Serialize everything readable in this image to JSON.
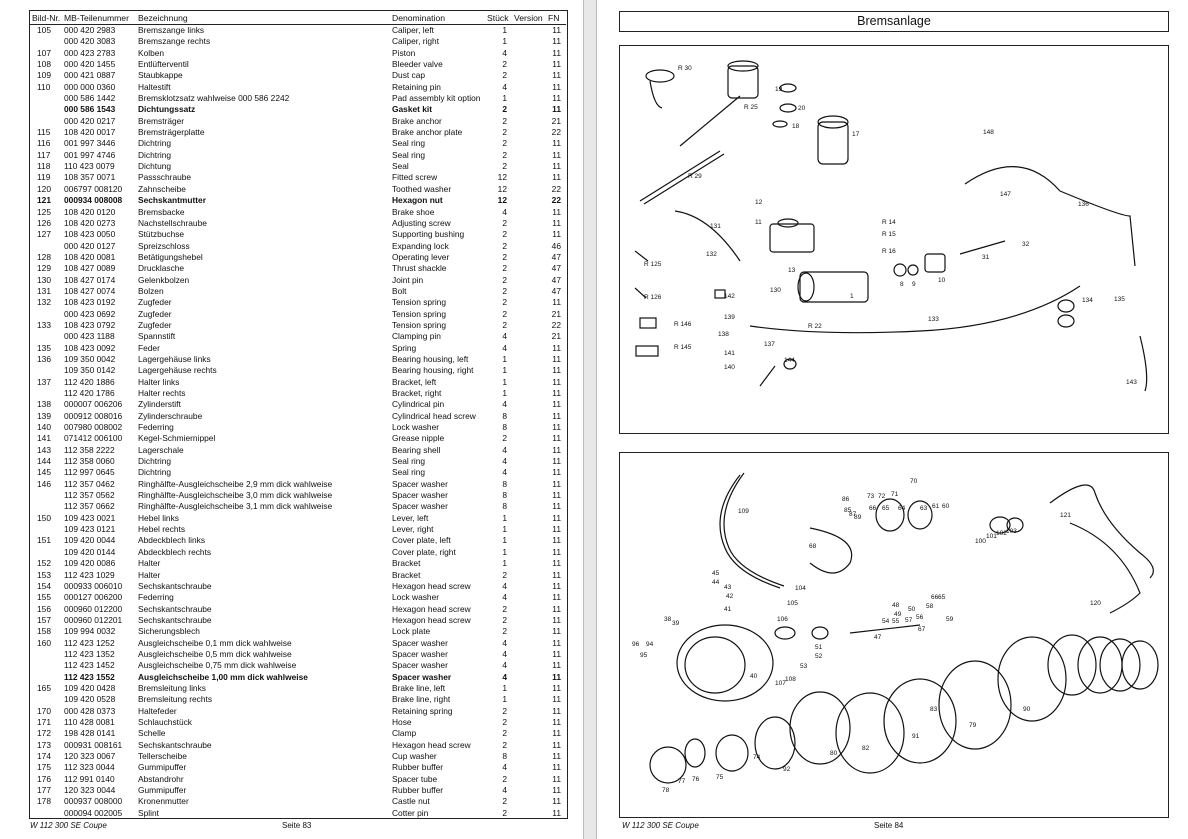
{
  "left_page": {
    "headers": {
      "pos": "Bild-Nr.",
      "num": "MB-Teilenummer",
      "bez": "Bezeichnung",
      "den": "Denomination",
      "qty": "Stück",
      "ver": "Version",
      "fn": "FN"
    },
    "rows": [
      {
        "pos": "105",
        "num": "000 420 2983",
        "bez": "Bremszange links",
        "den": "Caliper, left",
        "qty": "1",
        "fn": "11"
      },
      {
        "pos": "",
        "num": "000 420 3083",
        "bez": "Bremszange rechts",
        "den": "Caliper, right",
        "qty": "1",
        "fn": "11"
      },
      {
        "pos": "107",
        "num": "000 423 2783",
        "bez": "Kolben",
        "den": "Piston",
        "qty": "4",
        "fn": "11"
      },
      {
        "pos": "108",
        "num": "000 420 1455",
        "bez": "Entlüfterventil",
        "den": "Bleeder valve",
        "qty": "2",
        "fn": "11"
      },
      {
        "pos": "109",
        "num": "000 421 0887",
        "bez": "Staubkappe",
        "den": "Dust cap",
        "qty": "2",
        "fn": "11"
      },
      {
        "pos": "110",
        "num": "000 000 0360",
        "bez": "Haltestift",
        "den": "Retaining pin",
        "qty": "4",
        "fn": "11"
      },
      {
        "pos": "",
        "num": "000 586 1442",
        "bez": "Bremsklotzsatz wahlweise 000 586 2242",
        "den": "Pad assembly kit option",
        "qty": "1",
        "fn": "11"
      },
      {
        "pos": "",
        "num": "000 586 1543",
        "bez": "Dichtungssatz",
        "den": "Gasket kit",
        "qty": "2",
        "fn": "11",
        "bold": true
      },
      {
        "pos": "",
        "num": "000 420 0217",
        "bez": "Bremsträger",
        "den": "Brake anchor",
        "qty": "2",
        "fn": "21"
      },
      {
        "pos": "115",
        "num": "108 420 0017",
        "bez": "Bremsträgerplatte",
        "den": "Brake anchor plate",
        "qty": "2",
        "fn": "22"
      },
      {
        "pos": "116",
        "num": "001 997 3446",
        "bez": "Dichtring",
        "den": "Seal ring",
        "qty": "2",
        "fn": "11"
      },
      {
        "pos": "117",
        "num": "001 997 4746",
        "bez": "Dichtring",
        "den": "Seal ring",
        "qty": "2",
        "fn": "11"
      },
      {
        "pos": "118",
        "num": "110 423 0079",
        "bez": "Dichtung",
        "den": "Seal",
        "qty": "2",
        "fn": "11"
      },
      {
        "pos": "119",
        "num": "108 357 0071",
        "bez": "Passschraube",
        "den": "Fitted screw",
        "qty": "12",
        "fn": "11"
      },
      {
        "pos": "120",
        "num": "006797 008120",
        "bez": "Zahnscheibe",
        "den": "Toothed washer",
        "qty": "12",
        "fn": "22"
      },
      {
        "pos": "121",
        "num": "000934 008008",
        "bez": "Sechskantmutter",
        "den": "Hexagon nut",
        "qty": "12",
        "fn": "22",
        "bold": true
      },
      {
        "pos": "125",
        "num": "108 420 0120",
        "bez": "Bremsbacke",
        "den": "Brake shoe",
        "qty": "4",
        "fn": "11"
      },
      {
        "pos": "126",
        "num": "108 420 0273",
        "bez": "Nachstellschraube",
        "den": "Adjusting screw",
        "qty": "2",
        "fn": "11"
      },
      {
        "pos": "127",
        "num": "108 423 0050",
        "bez": "Stützbuchse",
        "den": "Supporting bushing",
        "qty": "2",
        "fn": "11"
      },
      {
        "pos": "",
        "num": "000 420 0127",
        "bez": "Spreizschloss",
        "den": "Expanding lock",
        "qty": "2",
        "fn": "46"
      },
      {
        "pos": "128",
        "num": "108 420 0081",
        "bez": "Betätigungshebel",
        "den": "Operating lever",
        "qty": "2",
        "fn": "47"
      },
      {
        "pos": "129",
        "num": "108 427 0089",
        "bez": "Drucklasche",
        "den": "Thrust shackle",
        "qty": "2",
        "fn": "47"
      },
      {
        "pos": "130",
        "num": "108 427 0174",
        "bez": "Gelenkbolzen",
        "den": "Joint pin",
        "qty": "2",
        "fn": "47"
      },
      {
        "pos": "131",
        "num": "108 427 0074",
        "bez": "Bolzen",
        "den": "Bolt",
        "qty": "2",
        "fn": "47"
      },
      {
        "pos": "132",
        "num": "108 423 0192",
        "bez": "Zugfeder",
        "den": "Tension spring",
        "qty": "2",
        "fn": "11"
      },
      {
        "pos": "",
        "num": "000 423 0692",
        "bez": "Zugfeder",
        "den": "Tension spring",
        "qty": "2",
        "fn": "21"
      },
      {
        "pos": "133",
        "num": "108 423 0792",
        "bez": "Zugfeder",
        "den": "Tension spring",
        "qty": "2",
        "fn": "22"
      },
      {
        "pos": "",
        "num": "000 423 1188",
        "bez": "Spannstift",
        "den": "Clamping pin",
        "qty": "4",
        "fn": "21"
      },
      {
        "pos": "135",
        "num": "108 423 0092",
        "bez": "Feder",
        "den": "Spring",
        "qty": "4",
        "fn": "11"
      },
      {
        "pos": "136",
        "num": "109 350 0042",
        "bez": "Lagergehäuse links",
        "den": "Bearing housing, left",
        "qty": "1",
        "fn": "11"
      },
      {
        "pos": "",
        "num": "109 350 0142",
        "bez": "Lagergehäuse rechts",
        "den": "Bearing housing, right",
        "qty": "1",
        "fn": "11"
      },
      {
        "pos": "137",
        "num": "112 420 1886",
        "bez": "Halter links",
        "den": "Bracket, left",
        "qty": "1",
        "fn": "11"
      },
      {
        "pos": "",
        "num": "112 420 1786",
        "bez": "Halter rechts",
        "den": "Bracket, right",
        "qty": "1",
        "fn": "11"
      },
      {
        "pos": "138",
        "num": "000007 006206",
        "bez": "Zylinderstift",
        "den": "Cylindrical pin",
        "qty": "4",
        "fn": "11"
      },
      {
        "pos": "139",
        "num": "000912 008016",
        "bez": "Zylinderschraube",
        "den": "Cylindrical head screw",
        "qty": "8",
        "fn": "11"
      },
      {
        "pos": "140",
        "num": "007980 008002",
        "bez": "Federring",
        "den": "Lock washer",
        "qty": "8",
        "fn": "11"
      },
      {
        "pos": "141",
        "num": "071412 006100",
        "bez": "Kegel-Schmiernippel",
        "den": "Grease nipple",
        "qty": "2",
        "fn": "11"
      },
      {
        "pos": "143",
        "num": "112 358 2222",
        "bez": "Lagerschale",
        "den": "Bearing shell",
        "qty": "4",
        "fn": "11"
      },
      {
        "pos": "144",
        "num": "112 358 0060",
        "bez": "Dichtring",
        "den": "Seal ring",
        "qty": "4",
        "fn": "11"
      },
      {
        "pos": "145",
        "num": "112 997 0645",
        "bez": "Dichtring",
        "den": "Seal ring",
        "qty": "4",
        "fn": "11"
      },
      {
        "pos": "146",
        "num": "112 357 0462",
        "bez": "Ringhälfte-Ausgleichscheibe 2,9 mm dick wahlweise",
        "den": "Spacer washer",
        "qty": "8",
        "fn": "11"
      },
      {
        "pos": "",
        "num": "112 357 0562",
        "bez": "Ringhälfte-Ausgleichscheibe 3,0 mm dick wahlweise",
        "den": "Spacer washer",
        "qty": "8",
        "fn": "11"
      },
      {
        "pos": "",
        "num": "112 357 0662",
        "bez": "Ringhälfte-Ausgleichscheibe 3,1 mm dick wahlweise",
        "den": "Spacer washer",
        "qty": "8",
        "fn": "11"
      },
      {
        "pos": "150",
        "num": "109 423 0021",
        "bez": "Hebel links",
        "den": "Lever, left",
        "qty": "1",
        "fn": "11"
      },
      {
        "pos": "",
        "num": "109 423 0121",
        "bez": "Hebel rechts",
        "den": "Lever, right",
        "qty": "1",
        "fn": "11"
      },
      {
        "pos": "151",
        "num": "109 420 0044",
        "bez": "Abdeckblech links",
        "den": "Cover plate, left",
        "qty": "1",
        "fn": "11"
      },
      {
        "pos": "",
        "num": "109 420 0144",
        "bez": "Abdeckblech rechts",
        "den": "Cover plate, right",
        "qty": "1",
        "fn": "11"
      },
      {
        "pos": "152",
        "num": "109 420 0086",
        "bez": "Halter",
        "den": "Bracket",
        "qty": "1",
        "fn": "11"
      },
      {
        "pos": "153",
        "num": "112 423 1029",
        "bez": "Halter",
        "den": "Bracket",
        "qty": "2",
        "fn": "11"
      },
      {
        "pos": "154",
        "num": "000933 006010",
        "bez": "Sechskantschraube",
        "den": "Hexagon head screw",
        "qty": "4",
        "fn": "11"
      },
      {
        "pos": "155",
        "num": "000127 006200",
        "bez": "Federring",
        "den": "Lock washer",
        "qty": "4",
        "fn": "11"
      },
      {
        "pos": "156",
        "num": "000960 012200",
        "bez": "Sechskantschraube",
        "den": "Hexagon head screw",
        "qty": "2",
        "fn": "11"
      },
      {
        "pos": "157",
        "num": "000960 012201",
        "bez": "Sechskantschraube",
        "den": "Hexagon head screw",
        "qty": "2",
        "fn": "11"
      },
      {
        "pos": "158",
        "num": "109 994 0032",
        "bez": "Sicherungsblech",
        "den": "Lock plate",
        "qty": "2",
        "fn": "11"
      },
      {
        "pos": "160",
        "num": "112 423 1252",
        "bez": "Ausgleichscheibe 0,1 mm dick wahlweise",
        "den": "Spacer washer",
        "qty": "4",
        "fn": "11"
      },
      {
        "pos": "",
        "num": "112 423 1352",
        "bez": "Ausgleichscheibe 0,5 mm dick wahlweise",
        "den": "Spacer washer",
        "qty": "4",
        "fn": "11"
      },
      {
        "pos": "",
        "num": "112 423 1452",
        "bez": "Ausgleichscheibe 0,75 mm dick wahlweise",
        "den": "Spacer washer",
        "qty": "4",
        "fn": "11"
      },
      {
        "pos": "",
        "num": "112 423 1552",
        "bez": "Ausgleichscheibe 1,00 mm dick wahlweise",
        "den": "Spacer washer",
        "qty": "4",
        "fn": "11",
        "bold": true
      },
      {
        "pos": "165",
        "num": "109 420 0428",
        "bez": "Bremsleitung links",
        "den": "Brake line, left",
        "qty": "1",
        "fn": "11"
      },
      {
        "pos": "",
        "num": "109 420 0528",
        "bez": "Bremsleitung rechts",
        "den": "Brake line, right",
        "qty": "1",
        "fn": "11"
      },
      {
        "pos": "170",
        "num": "000 428 0373",
        "bez": "Haltefeder",
        "den": "Retaining spring",
        "qty": "2",
        "fn": "11"
      },
      {
        "pos": "171",
        "num": "110 428 0081",
        "bez": "Schlauchstück",
        "den": "Hose",
        "qty": "2",
        "fn": "11"
      },
      {
        "pos": "172",
        "num": "198 428 0141",
        "bez": "Schelle",
        "den": "Clamp",
        "qty": "2",
        "fn": "11"
      },
      {
        "pos": "173",
        "num": "000931 008161",
        "bez": "Sechskantschraube",
        "den": "Hexagon head screw",
        "qty": "2",
        "fn": "11"
      },
      {
        "pos": "174",
        "num": "120 323 0067",
        "bez": "Tellerscheibe",
        "den": "Cup washer",
        "qty": "8",
        "fn": "11"
      },
      {
        "pos": "175",
        "num": "112 323 0044",
        "bez": "Gummipuffer",
        "den": "Rubber buffer",
        "qty": "4",
        "fn": "11"
      },
      {
        "pos": "176",
        "num": "112 991 0140",
        "bez": "Abstandrohr",
        "den": "Spacer tube",
        "qty": "2",
        "fn": "11"
      },
      {
        "pos": "177",
        "num": "120 323 0044",
        "bez": "Gummipuffer",
        "den": "Rubber buffer",
        "qty": "4",
        "fn": "11"
      },
      {
        "pos": "178",
        "num": "000937 008000",
        "bez": "Kronenmutter",
        "den": "Castle nut",
        "qty": "2",
        "fn": "11"
      },
      {
        "pos": "",
        "num": "000094 002005",
        "bez": "Splint",
        "den": "Cotter pin",
        "qty": "2",
        "fn": "11"
      }
    ],
    "footer_model": "W 112 300 SE  Coupe",
    "footer_page": "Seite 83"
  },
  "right_page": {
    "title": "Bremsanlage",
    "top_labels": [
      "R 30",
      "19",
      "20",
      "18",
      "17",
      "R 25",
      "R 29",
      "148",
      "147",
      "136",
      "12",
      "11",
      "131",
      "132",
      "R 14",
      "R 15",
      "R 16",
      "13",
      "1",
      "8",
      "9",
      "10",
      "31",
      "32",
      "R 125",
      "142",
      "R 126",
      "139",
      "138",
      "R 146",
      "R 145",
      "141",
      "140",
      "137",
      "144",
      "130",
      "R 22",
      "133",
      "134",
      "135",
      "143"
    ],
    "bottom_labels": [
      "109",
      "68",
      "73",
      "72",
      "71",
      "70",
      "86",
      "85",
      "87",
      "89",
      "66",
      "65",
      "64",
      "63",
      "61",
      "60",
      "100",
      "101",
      "102",
      "103",
      "121",
      "120",
      "45",
      "44",
      "43",
      "42",
      "41",
      "104",
      "105",
      "106",
      "48",
      "49",
      "50",
      "58",
      "56",
      "57",
      "55",
      "54",
      "66",
      "65",
      "59",
      "67",
      "38",
      "39",
      "47",
      "51",
      "52",
      "53",
      "96",
      "94",
      "95",
      "40",
      "107",
      "108",
      "80",
      "82",
      "91",
      "79",
      "90",
      "83",
      "92",
      "74",
      "75",
      "76",
      "77",
      "78"
    ],
    "footer_model": "W 112 300 SE  Coupe",
    "footer_page": "Seite 84"
  }
}
